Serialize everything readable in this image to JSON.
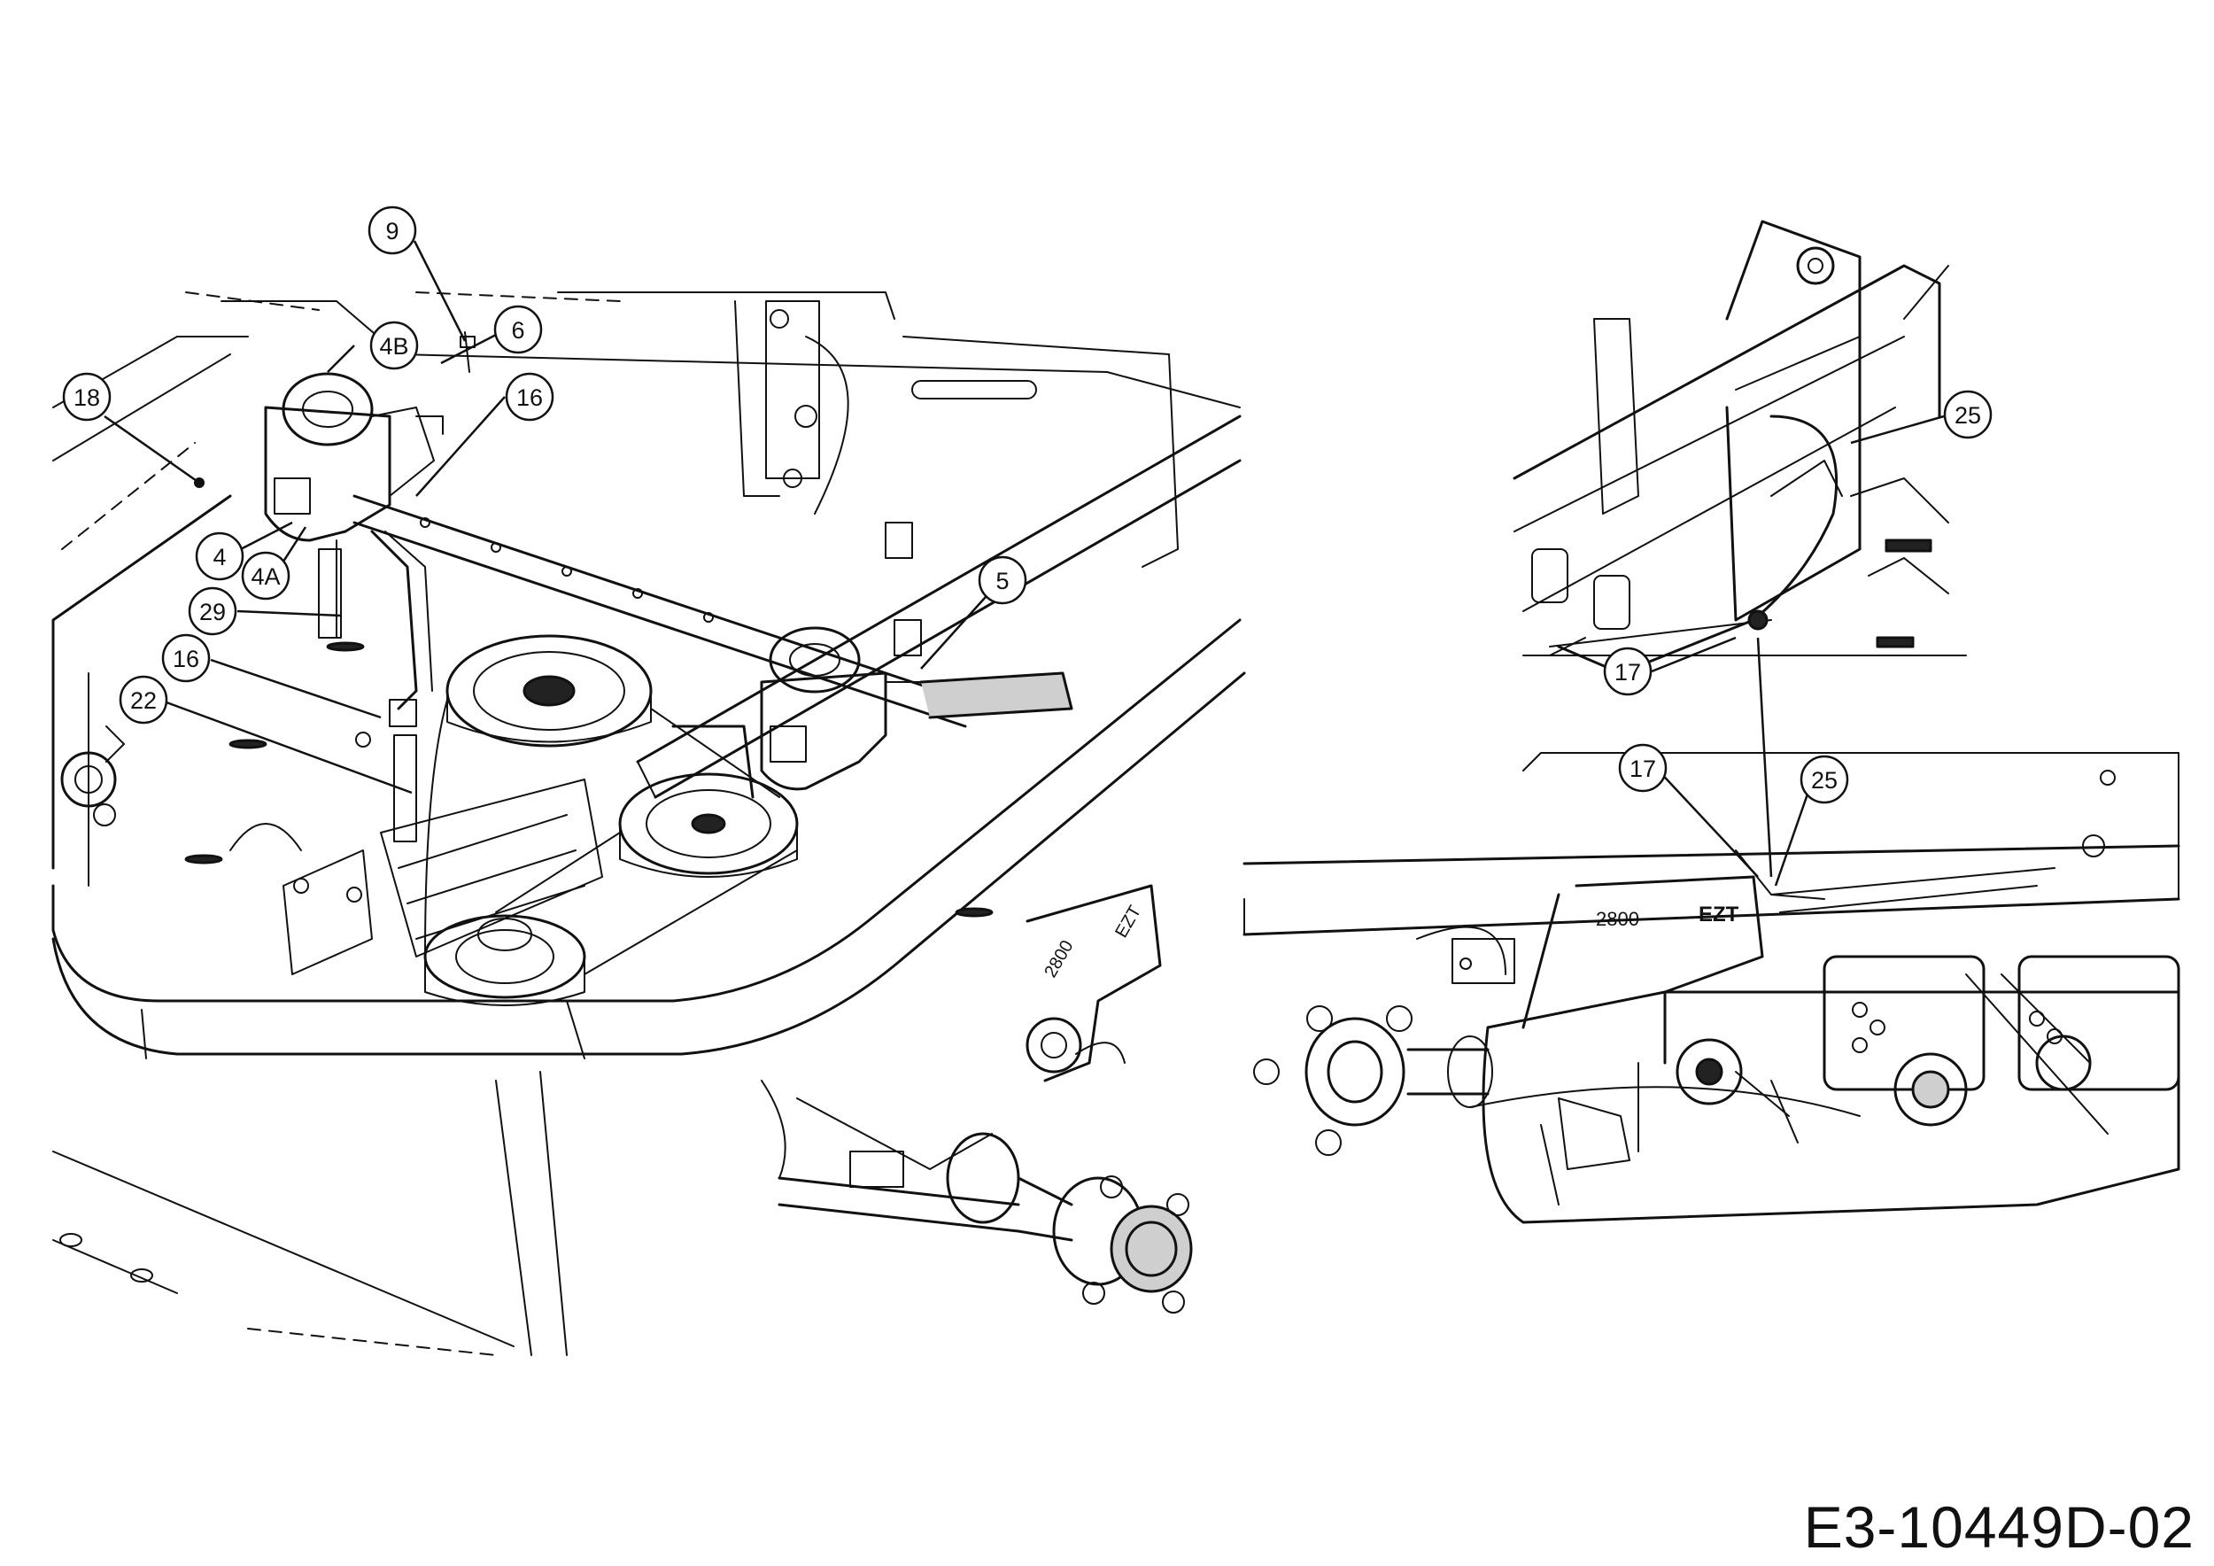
{
  "drawing_code": "E3-10449D-02",
  "callouts": [
    {
      "key": "c9",
      "label": "9"
    },
    {
      "key": "c6",
      "label": "6"
    },
    {
      "key": "c4B",
      "label": "4B"
    },
    {
      "key": "c16a",
      "label": "16"
    },
    {
      "key": "c18",
      "label": "18"
    },
    {
      "key": "c4",
      "label": "4"
    },
    {
      "key": "c4A",
      "label": "4A"
    },
    {
      "key": "c29",
      "label": "29"
    },
    {
      "key": "c16b",
      "label": "16"
    },
    {
      "key": "c22",
      "label": "22"
    },
    {
      "key": "c5",
      "label": "5"
    },
    {
      "key": "c25a",
      "label": "25"
    },
    {
      "key": "c17a",
      "label": "17"
    },
    {
      "key": "c17b",
      "label": "17"
    },
    {
      "key": "c25b",
      "label": "25"
    }
  ],
  "stamped_text": {
    "model_number": "2800",
    "brand_mark": "EZT"
  }
}
